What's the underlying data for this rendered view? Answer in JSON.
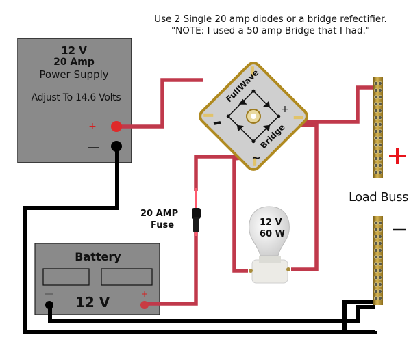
{
  "note": {
    "line1": "Use 2 Single 20 amp diodes or a bridge refectifier.",
    "line2": "\"NOTE: I used a 50 amp Bridge that I had.\""
  },
  "power_supply": {
    "line1": "12 V",
    "line2": "20 Amp",
    "line3": "Power Supply",
    "line4": "Adjust To 14.6 Volts",
    "plus_symbol": "+",
    "minus_symbol": "—"
  },
  "bridge": {
    "label1": "FullWave",
    "label2": "Bridge",
    "plus": "+",
    "minus": "−",
    "ac": "~"
  },
  "fuse": {
    "line1": "20 AMP",
    "line2": "Fuse"
  },
  "lamp": {
    "line1": "12 V",
    "line2": "60 W"
  },
  "battery": {
    "title": "Battery",
    "voltage": "12 V",
    "plus_symbol": "+",
    "minus_symbol": "—"
  },
  "load_buss": {
    "label": "Load Buss",
    "plus": "+",
    "minus": "–"
  },
  "colors": {
    "red_wire": "#c0394b",
    "black_wire": "#000000",
    "device_gray": "#8a8a8a",
    "brass": "#b8962e",
    "plus_red": "#e8141b"
  }
}
